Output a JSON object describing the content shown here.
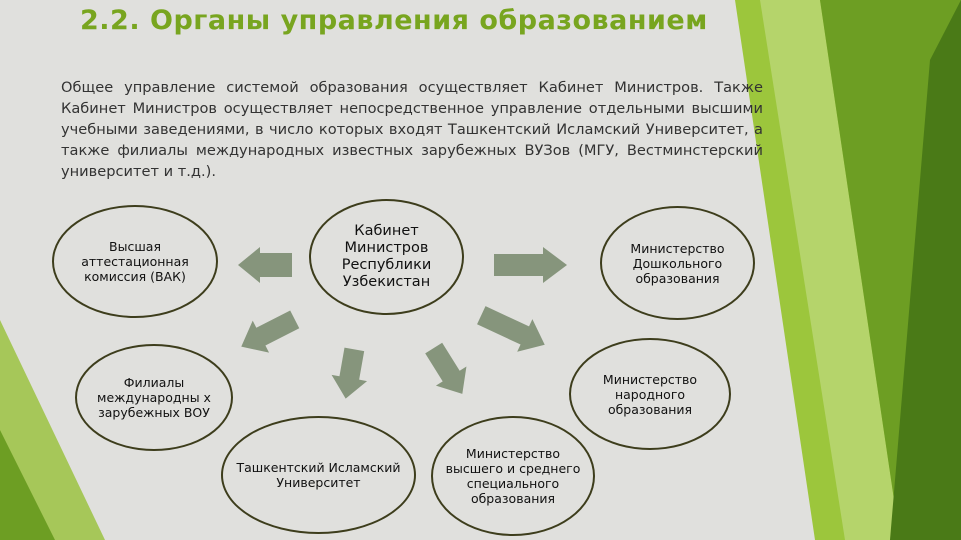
{
  "title": "2.2. Органы управления образованием",
  "intro": "Общее управление системой образования осуществляет Кабинет Министров. Также Кабинет Министров осуществляет непосредственное управление отдельными высшими учебными заведениями, в число которых входят Ташкентский Исламский Университет, а также филиалы международных известных зарубежных ВУЗов (МГУ, Вестминстерский университет и т.д.).",
  "nodes": {
    "center": "Кабинет Министров Республики Узбекистан",
    "vak": "Высшая аттестационная комиссия (ВАК)",
    "filialy": "Филиалы международны х зарубежных ВОУ",
    "tiu": "Ташкентский Исламский Университет",
    "mvsso": "Министерство высшего и среднего специального образования",
    "mno": "Министерство народного образования",
    "mdo": "Министерство Дошкольного образования"
  },
  "colors": {
    "title": "#78a51f",
    "arrow": "#86957c",
    "stripe_light": "#8ab83a",
    "stripe_dark": "#4e7a1c",
    "node_border": "#3d3d1c"
  }
}
